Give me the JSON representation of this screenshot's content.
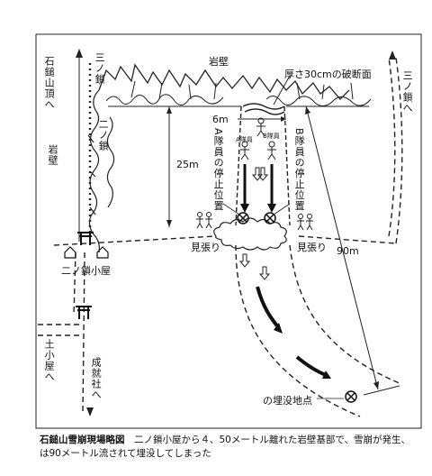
{
  "labels": {
    "ishizuchi_summit": "石鎚山頂へ",
    "san_no_kusari_left": "三ノ鎖",
    "ni_no_kusari": "二ノ鎖",
    "ganpeki_left": "岩壁",
    "ganpeki_top": "岩壁",
    "fracture": "厚さ30cmの破断面",
    "width_6m": "6m",
    "height_25m": "25m",
    "team_a_stop": "A隊員の停止位置",
    "team_b_stop": "B隊員の停止位置",
    "a_member": "A隊員",
    "b_member": "B隊員",
    "lookout_left": "見張り",
    "lookout_right": "見張り",
    "hut": "二ノ鎖小屋",
    "san_no_kusari_right": "三ノ鎖へ",
    "distance_90m": "90m",
    "tsuchigoya": "土小屋へ",
    "jojusha": "成就社へ",
    "burial_point": "の埋没地点"
  },
  "caption": {
    "title": "石鎚山雪崩現場略図",
    "text": "　二ノ鎖小屋から４、50メートル離れた岩壁基部で、雪崩が発生、　　は90メートル流されて埋没してしまった"
  }
}
